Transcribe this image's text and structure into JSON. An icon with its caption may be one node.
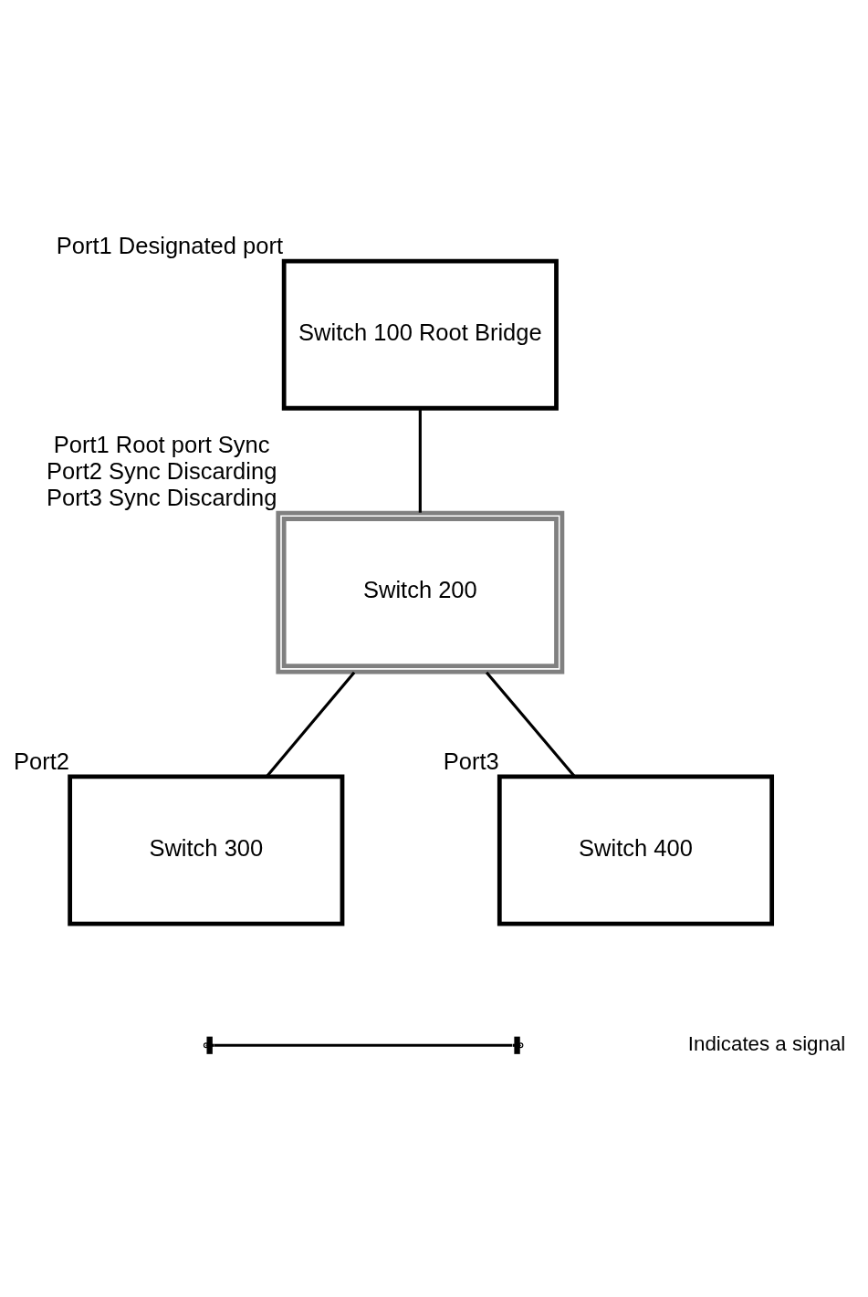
{
  "diagram": {
    "nodes": [
      {
        "text": [
          "Switch 100 Root Bridge"
        ],
        "beside": [
          "Port1 Designated port"
        ]
      },
      {
        "text": [
          "Switch 200"
        ],
        "beside": [
          "Port1 Root port Sync",
          "Port2 Sync Discarding",
          "Port3 Sync Discarding"
        ]
      },
      {
        "text": [
          "Switch 300"
        ],
        "beside": [
          "Port2"
        ]
      },
      {
        "text": [
          "Switch 400"
        ],
        "beside": [
          "Port3"
        ]
      }
    ],
    "edges": [
      {
        "from": 0,
        "to": 1,
        "arrow": "none"
      },
      {
        "from": 1,
        "to": 2,
        "arrow": "none"
      },
      {
        "from": 1,
        "to": 3,
        "arrow": "none"
      }
    ],
    "legend": [
      {
        "text": "Indicates a signal"
      }
    ]
  }
}
